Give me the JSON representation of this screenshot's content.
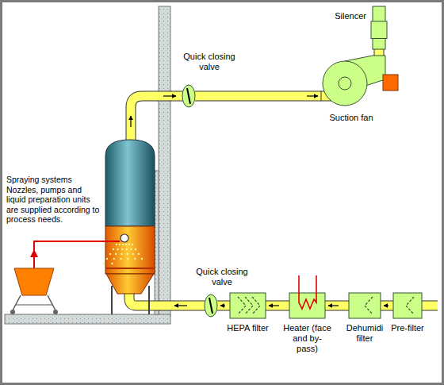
{
  "diagram": {
    "nodes": [
      {
        "text": [
          "Silencer"
        ]
      },
      {
        "text": [
          "Quick closing valve"
        ]
      },
      {
        "text": [
          "Suction fan"
        ]
      },
      {
        "text": [
          "Quick closing valve"
        ]
      },
      {
        "text": [
          "HEPA filter"
        ]
      },
      {
        "text": [
          "Heater (face and by-pass)"
        ]
      },
      {
        "text": [
          "Dehumidi filter"
        ]
      },
      {
        "text": [
          "Pre-filter"
        ]
      }
    ],
    "edges": [
      {
        "from": 7,
        "to": 6,
        "arrow": "to"
      },
      {
        "from": 6,
        "to": 5,
        "arrow": "to"
      },
      {
        "from": 5,
        "to": 4,
        "arrow": "to"
      },
      {
        "from": 4,
        "to": 3,
        "arrow": "to"
      },
      {
        "from": 1,
        "to": 2,
        "arrow": "to"
      },
      {
        "from": 2,
        "to": 0,
        "arrow": "none"
      }
    ],
    "labels": [
      "Spraying systems Nozzles, pumps and liquid preparation units are supplied according to process needs."
    ]
  }
}
